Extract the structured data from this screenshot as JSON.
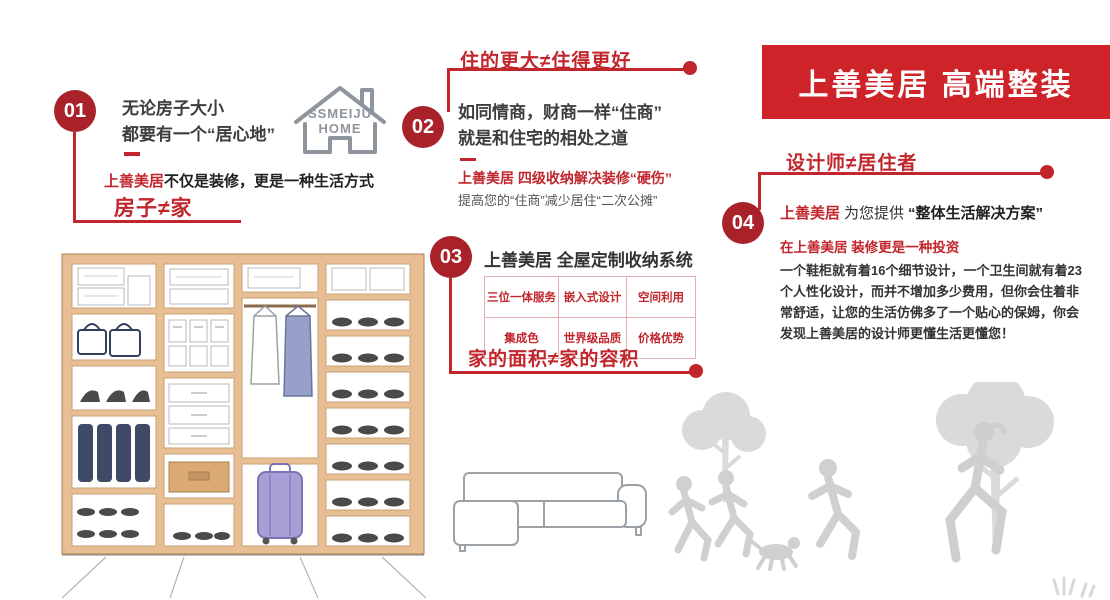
{
  "banner": {
    "title": "上善美居 高端整装"
  },
  "logo": {
    "line1": "SSMEIJU",
    "line2": "HOME"
  },
  "sections": {
    "s01": {
      "number": "01",
      "line1": "无论房子大小",
      "line2": "都要有一个“居心地”",
      "statement_highlight": "上善美居",
      "statement_rest": "不仅是装修，更是一种生活方式",
      "slogan": "房子≠家"
    },
    "s02": {
      "number": "02",
      "header": "住的更大≠住得更好",
      "line1": "如同情商，财商一样“住商”",
      "line2": "就是和住宅的相处之道",
      "sub1": "上善美居 四级收纳解决装修“硬伤”",
      "sub2": "提高您的“住商”减少居住“二次公摊”"
    },
    "s03": {
      "number": "03",
      "title": "上善美居 全屋定制收纳系统",
      "grid": [
        [
          "三位一体服务",
          "嵌入式设计",
          "空间利用"
        ],
        [
          "集成色",
          "世界级品质",
          "价格优势"
        ]
      ],
      "slogan": "家的面积≠家的容积"
    },
    "s04": {
      "number": "04",
      "header": "设计师≠居住者",
      "line1_highlight": "上善美居",
      "line1_mid": "为您提供",
      "line1_quote": "“整体生活解决方案”",
      "sub": "在上善美居 装修更是一种投资",
      "body": "一个鞋柜就有着16个细节设计，一个卫生间就有着23个人性化设计，而并不增加多少费用，但你会住着非常舒适，让您的生活仿佛多了一个贴心的保姆，你会发现上善美居的设计师更懂生活更懂您！"
    }
  },
  "colors": {
    "accent": "#c2262d",
    "banner": "#cd2329",
    "wood": "#e8bf94",
    "silhouette": "#d7d7d7"
  },
  "illustrations": {
    "house_logo": "house-logo-icon",
    "wardrobe": "wardrobe-illustration",
    "sofa": "sofa-illustration",
    "family": "family-silhouette"
  }
}
